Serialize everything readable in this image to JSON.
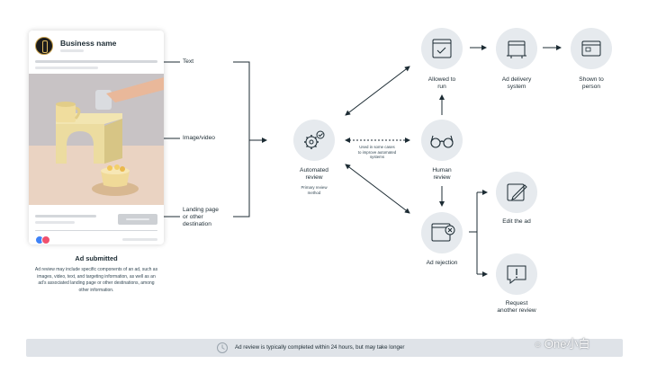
{
  "ad_card": {
    "business_name": "Business name",
    "caption": "Ad submitted",
    "description": "Ad review may include specific components of an ad, such as images, video, text, and targeting information, as well as an ad’s associated landing page or other destinations, among other information."
  },
  "components": {
    "text": "Text",
    "image_video": "Image/video",
    "landing_page": [
      "Landing page",
      "or other",
      "destination"
    ]
  },
  "review": {
    "automated": [
      "Automated",
      "review"
    ],
    "automated_sub": [
      "Primary review",
      "method"
    ],
    "link_note": [
      "Used in some cases",
      "to improve automated",
      "systems"
    ],
    "human": [
      "Human",
      "review"
    ]
  },
  "outcomes": {
    "allowed": [
      "Allowed to",
      "run"
    ],
    "delivery": [
      "Ad delivery",
      "system"
    ],
    "shown": [
      "Shown to",
      "person"
    ],
    "rejection": "Ad rejection",
    "edit": "Edit the ad",
    "request": [
      "Request",
      "another review"
    ]
  },
  "footer": {
    "text": "Ad review is typically completed within 24 hours, but may take longer",
    "icon": "clock-icon"
  },
  "watermark": "One小白",
  "colors": {
    "node_fill": "#e6eaee",
    "footer_fill": "#dfe3e8",
    "text": "#1c2b33",
    "line": "#1c2b33"
  }
}
